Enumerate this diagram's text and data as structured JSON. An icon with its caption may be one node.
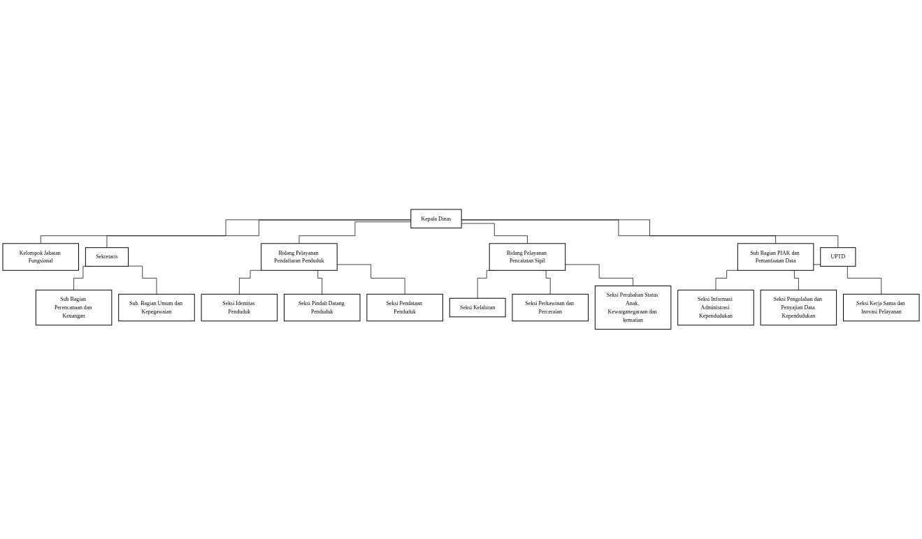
{
  "diagram": {
    "nodes": [
      {
        "text": [
          "Kepala Dinas"
        ]
      },
      {
        "text": [
          "Kelompok Jabatan Fungsional"
        ]
      },
      {
        "text": [
          "Sekretaris"
        ]
      },
      {
        "text": [
          "Sub Bagian Perencanaan dan Keuangan"
        ]
      },
      {
        "text": [
          "Sub. Bagian Umum dan Kepegawaian"
        ]
      },
      {
        "text": [
          "Bidang Pelayanan Pendaftaran Penduduk"
        ]
      },
      {
        "text": [
          "Bidang Pelayanan Pencatatan Sipil"
        ]
      },
      {
        "text": [
          "Sub Bagian PIAK dan Pemanfaatan Data"
        ]
      },
      {
        "text": [
          "Seksi Identitas Penduduk"
        ]
      },
      {
        "text": [
          "Seksi Pindah Datang Penduduk"
        ]
      },
      {
        "text": [
          "Seksi Pendataan Penduduk"
        ]
      },
      {
        "text": [
          "Seksi Kelahiran"
        ]
      },
      {
        "text": [
          "Seksi Perkawinan dan Perceraian"
        ]
      },
      {
        "text": [
          "Seksi Perubahan Status Anak, Kewarganegaraan dan kematian"
        ]
      },
      {
        "text": [
          "Seksi Informasi Administrasi Kependudukan"
        ]
      },
      {
        "text": [
          "Seksi Pengolahan dan Penyajian Data Kependudukan"
        ]
      },
      {
        "text": [
          "Seksi Kerja Sama dan Inovasi Pelayanan"
        ]
      },
      {
        "text": [
          "UPTD"
        ]
      }
    ],
    "edges": [
      {
        "from": 0,
        "to": 1,
        "arrow": "none"
      },
      {
        "from": 0,
        "to": 2,
        "arrow": "none"
      },
      {
        "from": 2,
        "to": 3,
        "arrow": "none"
      },
      {
        "from": 2,
        "to": 4,
        "arrow": "none"
      },
      {
        "from": 0,
        "to": 5,
        "arrow": "none"
      },
      {
        "from": 0,
        "to": 6,
        "arrow": "none"
      },
      {
        "from": 0,
        "to": 7,
        "arrow": "none"
      },
      {
        "from": 5,
        "to": 8,
        "arrow": "none"
      },
      {
        "from": 5,
        "to": 9,
        "arrow": "none"
      },
      {
        "from": 5,
        "to": 10,
        "arrow": "none"
      },
      {
        "from": 6,
        "to": 11,
        "arrow": "none"
      },
      {
        "from": 6,
        "to": 12,
        "arrow": "none"
      },
      {
        "from": 6,
        "to": 13,
        "arrow": "none"
      },
      {
        "from": 7,
        "to": 14,
        "arrow": "none"
      },
      {
        "from": 7,
        "to": 15,
        "arrow": "none"
      },
      {
        "from": 7,
        "to": 16,
        "arrow": "none"
      },
      {
        "from": 0,
        "to": 17,
        "arrow": "none"
      }
    ]
  }
}
